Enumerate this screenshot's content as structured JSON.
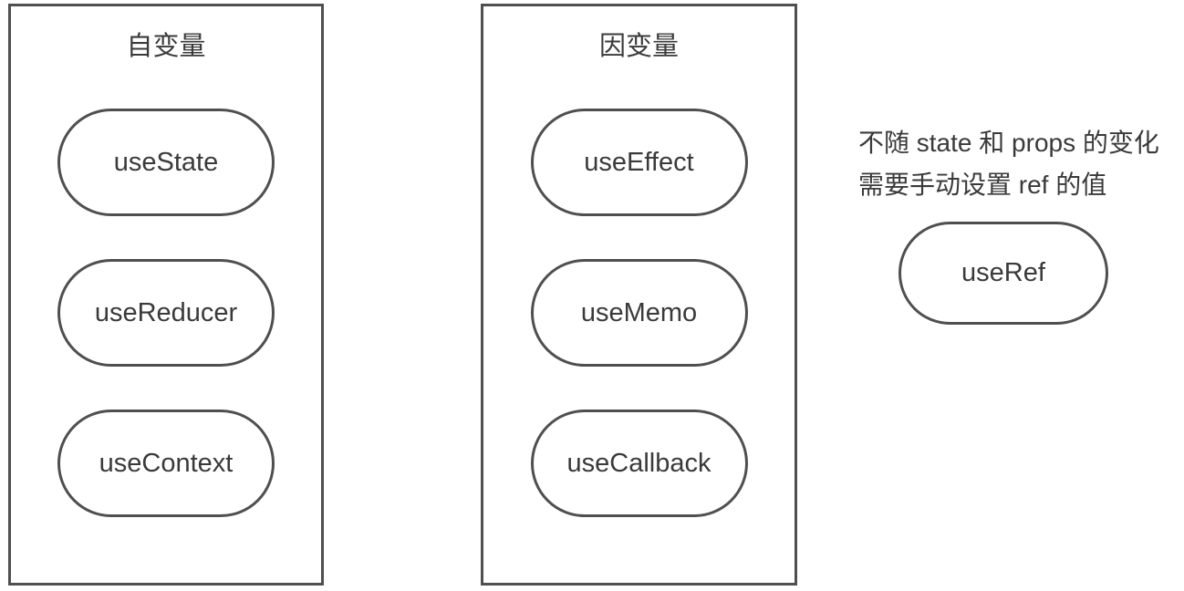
{
  "diagram": {
    "groups": [
      {
        "title": "自变量",
        "items": [
          "useState",
          "useReducer",
          "useContext"
        ]
      },
      {
        "title": "因变量",
        "items": [
          "useEffect",
          "useMemo",
          "useCallback"
        ]
      }
    ],
    "side_note": {
      "lines": [
        "不随 state 和 props 的变化",
        "需要手动设置 ref 的值"
      ],
      "item": "useRef"
    },
    "colors": {
      "border": "#4f4f4f",
      "text": "#3a3a3a",
      "background": "#ffffff"
    }
  }
}
